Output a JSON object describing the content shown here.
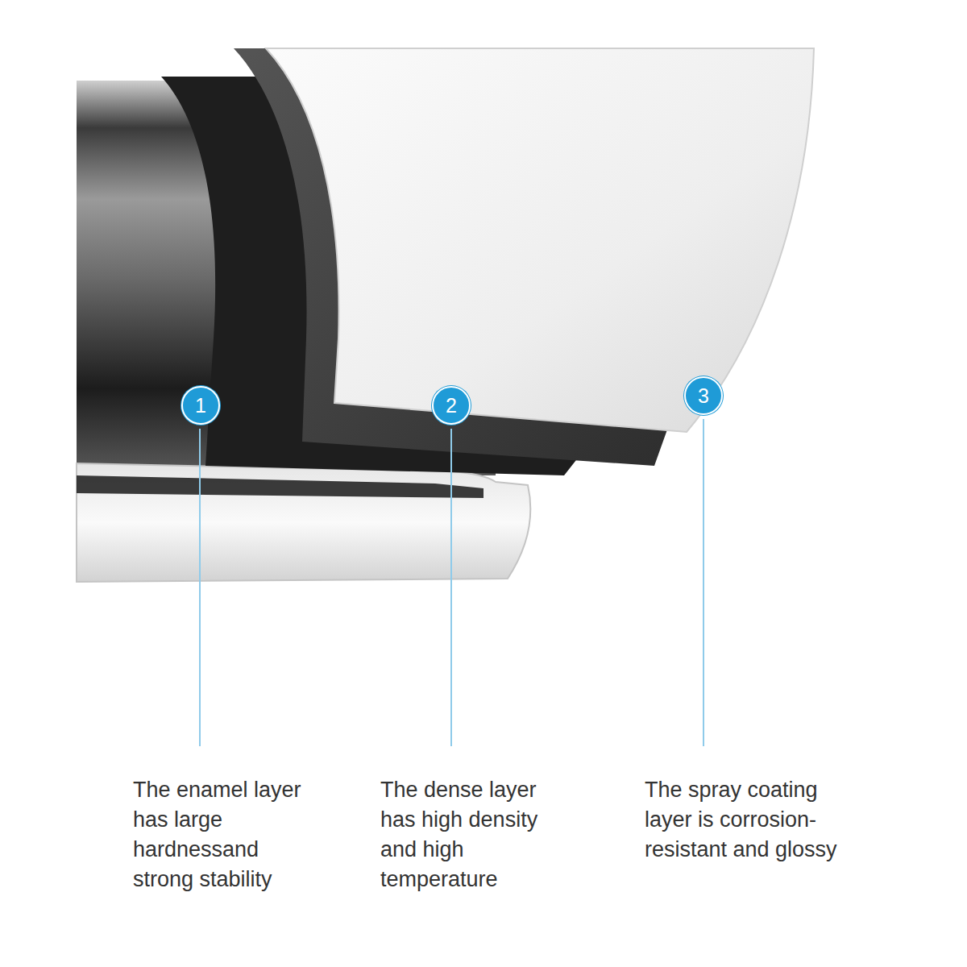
{
  "diagram": {
    "labels": [
      "1",
      "2",
      "3",
      "The enamel layer has large hardnessand strong stability",
      "The dense layer has high density and high temperature",
      "The spray coating layer is corrosion-resistant and glossy"
    ]
  }
}
